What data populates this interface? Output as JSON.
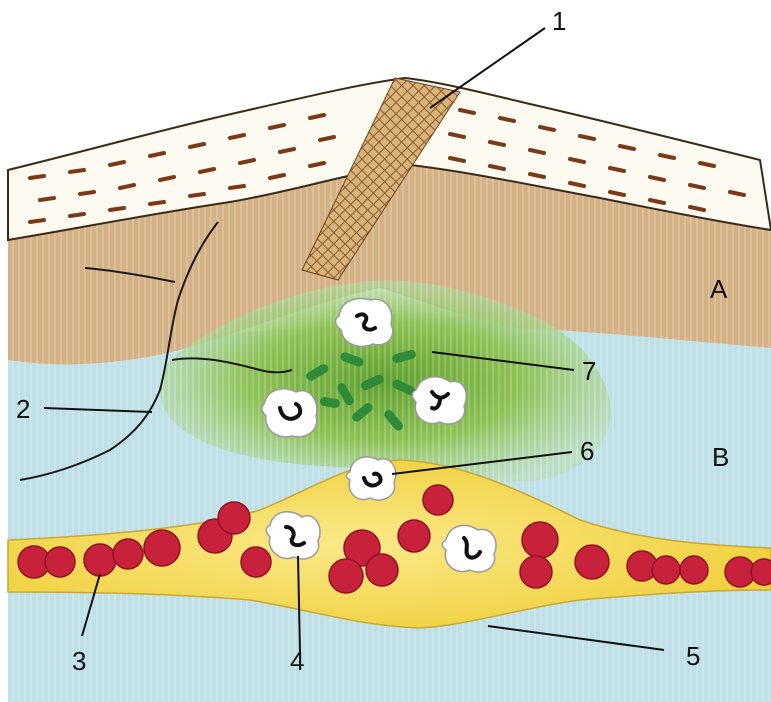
{
  "labels": {
    "n1": "1",
    "n2": "2",
    "n3": "3",
    "n4": "4",
    "n5": "5",
    "n6": "6",
    "n7": "7",
    "layer_a": "A",
    "layer_b": "B"
  },
  "colors": {
    "epidermis": "#fbf8ef",
    "dermis": "#d2b085",
    "subcutis": "#b9dde2",
    "inflammation": "#79b544",
    "vessel": "#f2d64a",
    "red_cell": "#c7213b",
    "bacteria": "#2f8a3a",
    "splinter": "#b98a4e"
  },
  "icons": {
    "splinter": "splinter-icon",
    "nerve": "nerve-fiber-icon",
    "red_cell": "red-blood-cell-icon",
    "white_cell": "white-blood-cell-icon",
    "bacteria": "bacteria-icon"
  }
}
